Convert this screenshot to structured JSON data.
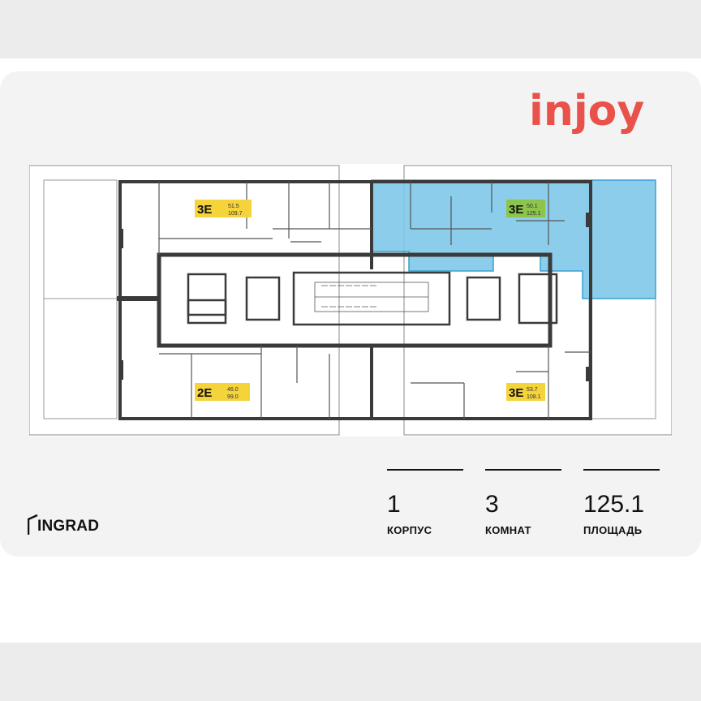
{
  "brand": {
    "name": "injoy",
    "accent": "#e8524a"
  },
  "developer": {
    "name": "INGRAD"
  },
  "plan": {
    "colors": {
      "selected": "#7ec8e8",
      "selected_stroke": "#3aa0d0",
      "tag": "#f5d33a",
      "tag_selected": "#8cc44c",
      "wall": "#3a3a3a"
    },
    "units": [
      {
        "type": "3E",
        "area_living": "51.5",
        "area_total": "109.7",
        "selected": false
      },
      {
        "type": "3E",
        "area_living": "50.1",
        "area_total": "125.1",
        "selected": true
      },
      {
        "type": "2E",
        "area_living": "46.0",
        "area_total": "99.0",
        "selected": false
      },
      {
        "type": "3E",
        "area_living": "53.7",
        "area_total": "108.1",
        "selected": false
      }
    ]
  },
  "stats": [
    {
      "value": "1",
      "label": "КОРПУС"
    },
    {
      "value": "3",
      "label": "КОМНАТ"
    },
    {
      "value": "125.1",
      "label": "ПЛОЩАДЬ"
    }
  ]
}
